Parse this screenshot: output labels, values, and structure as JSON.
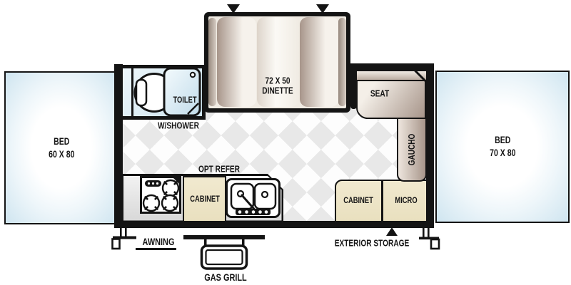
{
  "colors": {
    "wall": "#141414",
    "floor_shade": "#e8e8e8",
    "counter": "#d8d8d8",
    "bath_blue": "#cde3ee",
    "bath_blue_light": "#eef7fb",
    "bed_blue": "#cfe5f0",
    "cabinet_tan": "#e9e0bf",
    "cushion_dark": "#a7958a",
    "cushion_light": "#f6f2ec",
    "text": "#161616"
  },
  "beds": {
    "left": {
      "name": "BED",
      "size": "60 X 80"
    },
    "right": {
      "name": "BED",
      "size": "70 X 80"
    }
  },
  "dinette": {
    "size": "72 X 50",
    "label": "DINETTE"
  },
  "bath": {
    "toilet": "TOILET",
    "shower": "W/SHOWER"
  },
  "seating": {
    "seat": "SEAT",
    "gaucho": "GAUCHO"
  },
  "kitchen": {
    "opt_refer": "OPT REFER",
    "cabinet_left": "CABINET",
    "cabinet_right": "CABINET",
    "micro": "MICRO"
  },
  "exterior": {
    "awning": "AWNING",
    "gas_grill": "GAS GRILL",
    "storage": "EXTERIOR STORAGE"
  }
}
